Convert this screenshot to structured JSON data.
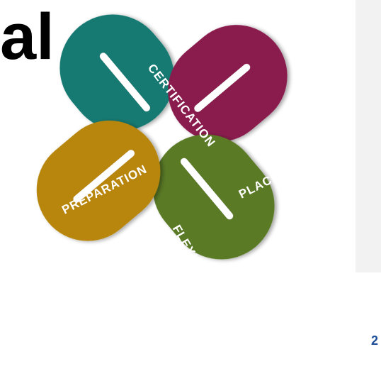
{
  "heading": {
    "text": "al"
  },
  "page": {
    "number": "2"
  },
  "diagram": {
    "loops": [
      {
        "id": "certification",
        "label": "CERTIFICATION",
        "color": "#177a72",
        "hole_color": "#ffffff"
      },
      {
        "id": "placement",
        "label": "PLACEMENT",
        "color": "#8a1b4e",
        "hole_color": "#ffffff"
      },
      {
        "id": "preparation",
        "label": "PREPARATION",
        "color": "#b8860f",
        "hole_color": "#ffffff"
      },
      {
        "id": "flexibilities",
        "label": "FLEXIBILITIES",
        "color": "#5a7a25",
        "hole_color": "#ffffff"
      }
    ]
  }
}
